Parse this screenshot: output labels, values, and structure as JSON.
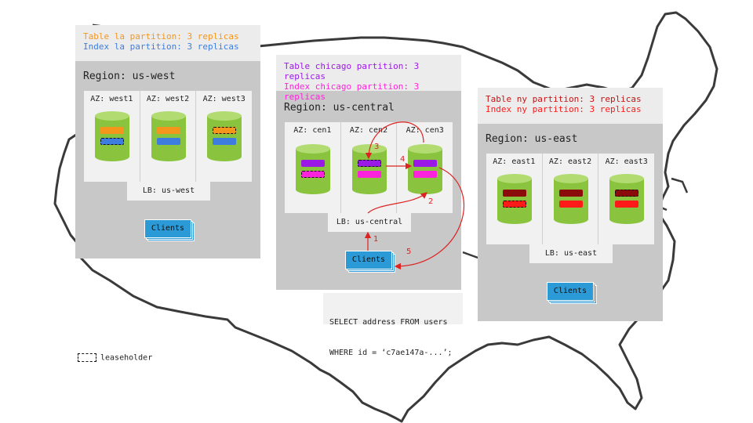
{
  "colors": {
    "region_bg": "#c8c8c8",
    "header_bg": "#ececec",
    "cylinder": "#8ac43f",
    "clients": "#2b9ad6",
    "arrow": "#dd2222",
    "orange": "#f5961c",
    "blue": "#3d7de0",
    "purple": "#9b19e6",
    "magenta": "#ff22dd",
    "darkred": "#8b0a0a",
    "red": "#ff1a1a"
  },
  "regions": [
    {
      "id": "west",
      "header_lines": [
        {
          "text": "Table la partition: 3 replicas",
          "color": "#f5961c"
        },
        {
          "text": "Index la partition: 3 replicas",
          "color": "#3d7de0"
        }
      ],
      "title": "Region: us-west",
      "azs": [
        {
          "label": "AZ: west1",
          "replicas": [
            {
              "color": "#f5961c",
              "leaseholder": false
            },
            {
              "color": "#3d7de0",
              "leaseholder": true
            }
          ]
        },
        {
          "label": "AZ: west2",
          "replicas": [
            {
              "color": "#f5961c",
              "leaseholder": false
            },
            {
              "color": "#3d7de0",
              "leaseholder": false
            }
          ]
        },
        {
          "label": "AZ: west3",
          "replicas": [
            {
              "color": "#f5961c",
              "leaseholder": true
            },
            {
              "color": "#3d7de0",
              "leaseholder": false
            }
          ]
        }
      ],
      "lb": "LB: us-west",
      "clients": "Clients"
    },
    {
      "id": "central",
      "header_lines": [
        {
          "text": "Table chicago partition: 3 replicas",
          "color": "#9b19e6"
        },
        {
          "text": "Index chicago partition: 3 replicas",
          "color": "#ff22dd"
        }
      ],
      "title": "Region: us-central",
      "azs": [
        {
          "label": "AZ: cen1",
          "replicas": [
            {
              "color": "#9b19e6",
              "leaseholder": false
            },
            {
              "color": "#ff22dd",
              "leaseholder": true
            }
          ]
        },
        {
          "label": "AZ: cen2",
          "replicas": [
            {
              "color": "#9b19e6",
              "leaseholder": true
            },
            {
              "color": "#ff22dd",
              "leaseholder": false
            }
          ]
        },
        {
          "label": "AZ: cen3",
          "replicas": [
            {
              "color": "#9b19e6",
              "leaseholder": false
            },
            {
              "color": "#ff22dd",
              "leaseholder": false
            }
          ]
        }
      ],
      "lb": "LB: us-central",
      "clients": "Clients"
    },
    {
      "id": "east",
      "header_lines": [
        {
          "text": "Table ny partition: 3 replicas",
          "color": "#c41414"
        },
        {
          "text": "Index ny partition: 3 replicas",
          "color": "#ff1a1a"
        }
      ],
      "title": "Region: us-east",
      "azs": [
        {
          "label": "AZ: east1",
          "replicas": [
            {
              "color": "#8b0a0a",
              "leaseholder": false
            },
            {
              "color": "#ff1a1a",
              "leaseholder": true
            }
          ]
        },
        {
          "label": "AZ: east2",
          "replicas": [
            {
              "color": "#8b0a0a",
              "leaseholder": false
            },
            {
              "color": "#ff1a1a",
              "leaseholder": false
            }
          ]
        },
        {
          "label": "AZ: east3",
          "replicas": [
            {
              "color": "#8b0a0a",
              "leaseholder": true
            },
            {
              "color": "#ff1a1a",
              "leaseholder": false
            }
          ]
        }
      ],
      "lb": "LB: us-east",
      "clients": "Clients"
    }
  ],
  "query": {
    "line1": "SELECT address FROM users",
    "line2": "WHERE id = ‘c7ae147a-...’;"
  },
  "flow_steps": [
    "1",
    "2",
    "3",
    "4",
    "5"
  ],
  "legend": {
    "label": "leaseholder"
  }
}
